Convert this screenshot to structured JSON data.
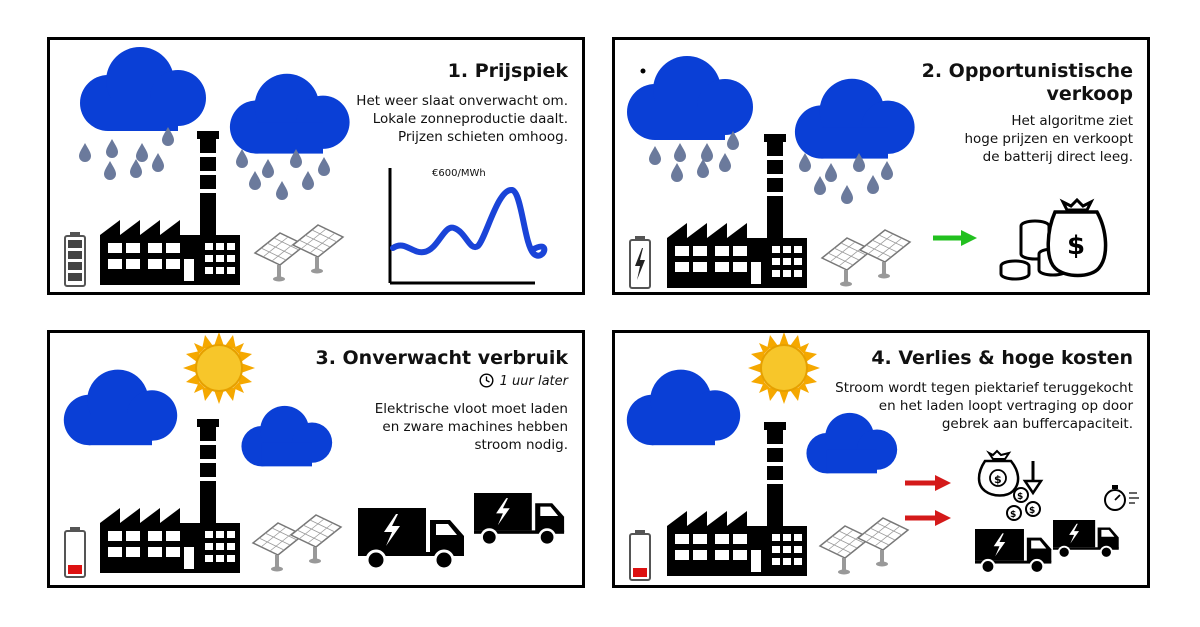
{
  "panels": [
    {
      "title": "1. Prijspiek",
      "body": "Het weer slaat onverwacht om.\nLokale zonneproductie daalt.\nPrijzen schieten omhoog.",
      "chart_label": "€600/MWh"
    },
    {
      "title_line1": "2. Opportunistische",
      "title_line2": "verkoop",
      "body": "Het algoritme ziet\nhoge prijzen en verkoopt\nde batterij direct leeg."
    },
    {
      "title": "3. Onverwacht verbruik",
      "time_note": "1 uur later",
      "body": "Elektrische vloot moet laden\nen zware machines hebben\nstroom nodig."
    },
    {
      "title": "4. Verlies & hoge kosten",
      "body": "Stroom wordt tegen piektarief teruggekocht\nen het laden loopt vertraging op door\ngebrek aan buffercapaciteit."
    }
  ],
  "colors": {
    "cloud": "#0a3fd6",
    "rain": "#6b7a9c",
    "sun": "#f5b800",
    "price_line": "#1a44d8",
    "green_arrow": "#22c01f",
    "red_arrow": "#d41a1a",
    "battery_low": "#d11"
  },
  "icons": [
    "cloud-icon",
    "rain-icon",
    "factory-icon",
    "solar-panel-icon",
    "battery-icon",
    "sun-icon",
    "truck-icon",
    "money-bag-icon",
    "coins-icon",
    "stopwatch-icon",
    "clock-icon",
    "arrow-icon"
  ]
}
